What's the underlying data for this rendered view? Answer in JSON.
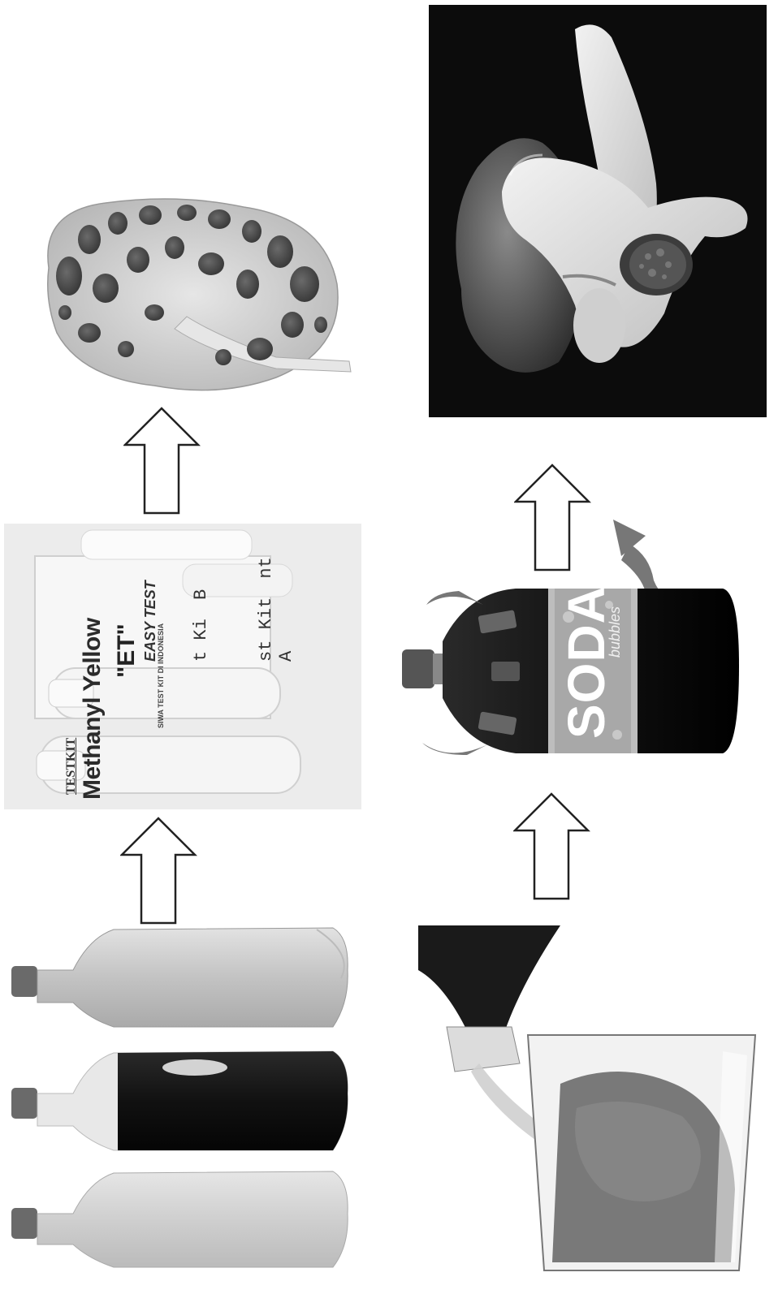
{
  "testkit": {
    "brand": "TESTKIT",
    "product": "Methanyl Yellow",
    "badge": "\"ET\"",
    "easy_test": "EASY TEST",
    "made_in": "SIWA TEST KIT DI INDONESIA",
    "bottle_a_label": "st Kit",
    "bottle_a_suffix": "nt A",
    "bottle_b_label": "t Ki",
    "bottle_b_suffix": "B"
  },
  "soda": {
    "label": "SODA",
    "sublabel": "bubbles"
  },
  "colors": {
    "arrow_stroke": "#222222",
    "arrow_fill": "#ffffff",
    "orange_soda": "#b9b9b9",
    "cola": "#1c1c1c",
    "lime_soda": "#cfcfcf",
    "kidney": "#d8d8d8",
    "cyst": "#4a4a4a",
    "stomach_bg": "#0c0c0c"
  },
  "icons": [
    "up-arrow-icon",
    "bottle-icon",
    "kidney-icon",
    "stomach-icon",
    "devil-horns-icon"
  ]
}
